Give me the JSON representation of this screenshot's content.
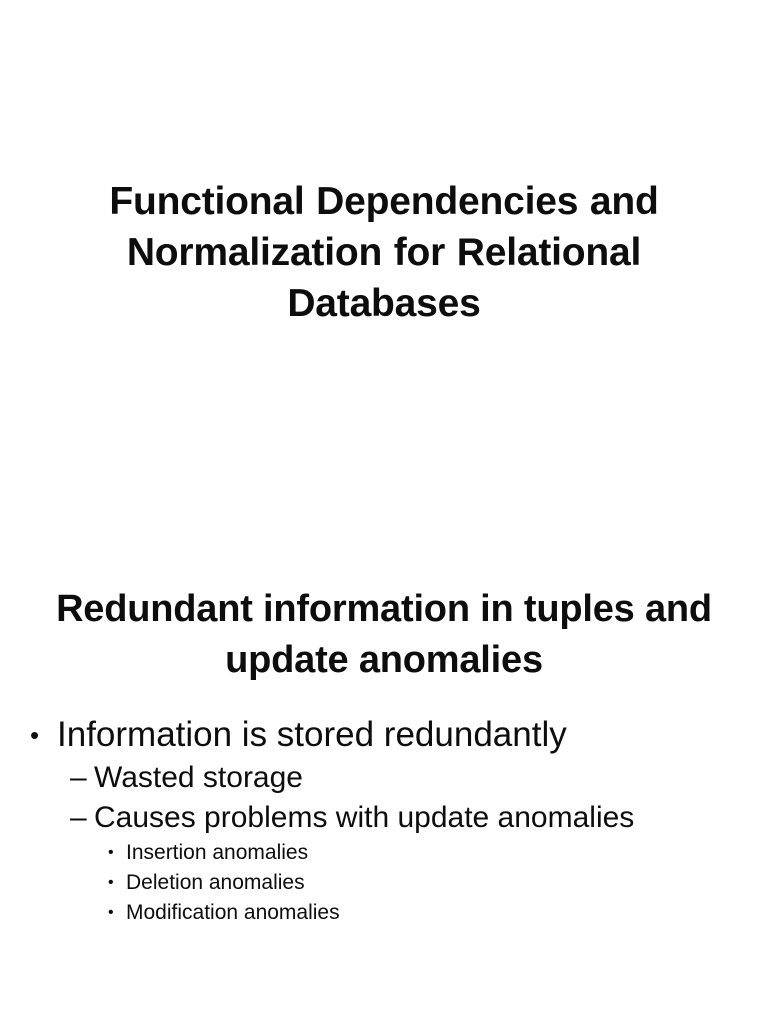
{
  "slide": {
    "background_color": "#ffffff",
    "text_color": "#0d0d0d",
    "title": "Functional Dependencies and Normalization for Relational Databases",
    "section_heading": "Redundant information in tuples and update anomalies",
    "bullets": [
      {
        "level": 1,
        "marker": "•",
        "marker_name": "bullet-dot",
        "text": "Information is stored redundantly"
      },
      {
        "level": 2,
        "marker": "–",
        "marker_name": "bullet-dash",
        "text": "Wasted storage"
      },
      {
        "level": 2,
        "marker": "–",
        "marker_name": "bullet-dash",
        "text": "Causes problems with update anomalies"
      },
      {
        "level": 3,
        "marker": "•",
        "marker_name": "bullet-dot",
        "text": "Insertion anomalies"
      },
      {
        "level": 3,
        "marker": "•",
        "marker_name": "bullet-dot",
        "text": "Deletion anomalies"
      },
      {
        "level": 3,
        "marker": "•",
        "marker_name": "bullet-dot",
        "text": "Modification anomalies"
      }
    ]
  }
}
